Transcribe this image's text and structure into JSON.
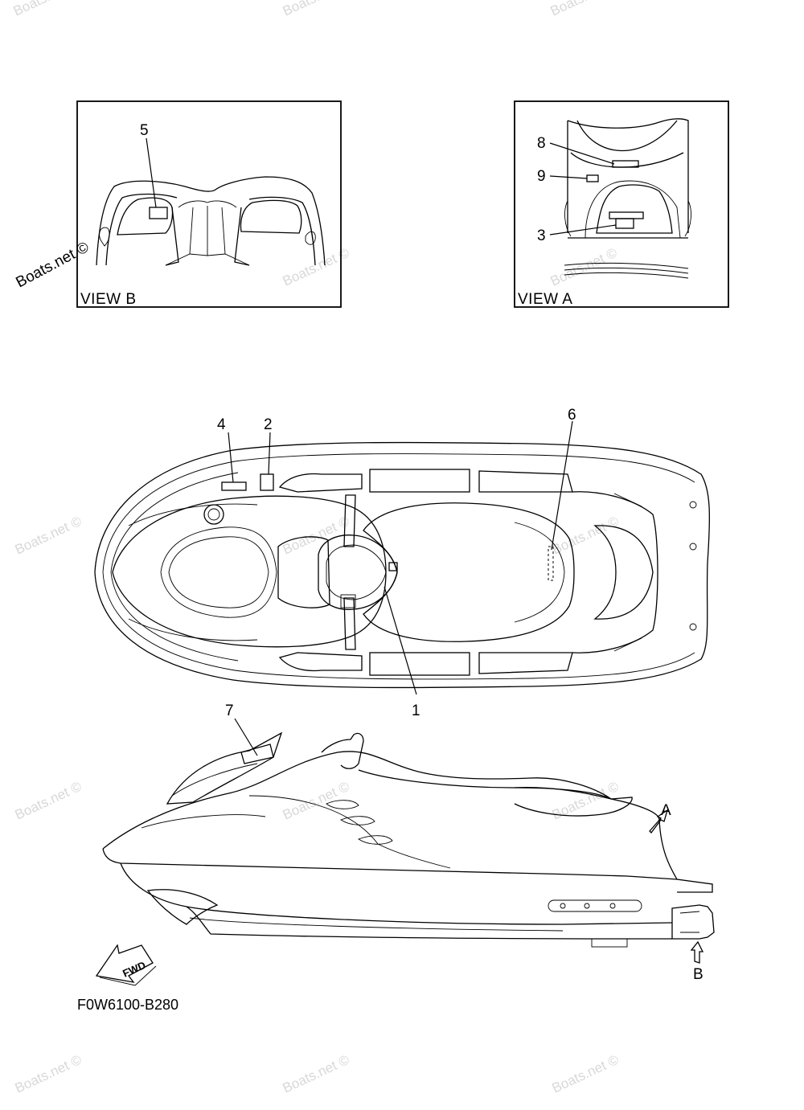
{
  "diagram": {
    "callouts": [
      "1",
      "2",
      "3",
      "4",
      "5",
      "6",
      "7",
      "8",
      "9"
    ],
    "view_labels": {
      "view_a": "VIEW A",
      "view_b": "VIEW B"
    },
    "direction_labels": {
      "a": "A",
      "b": "B"
    },
    "fwd_arrow_text": "FWD",
    "drawing_code": "F0W6100-B280"
  },
  "watermark": {
    "text": "Boats.net ©"
  },
  "colors": {
    "line": "#000000",
    "watermark": "#d8d8d8",
    "background": "#ffffff"
  }
}
